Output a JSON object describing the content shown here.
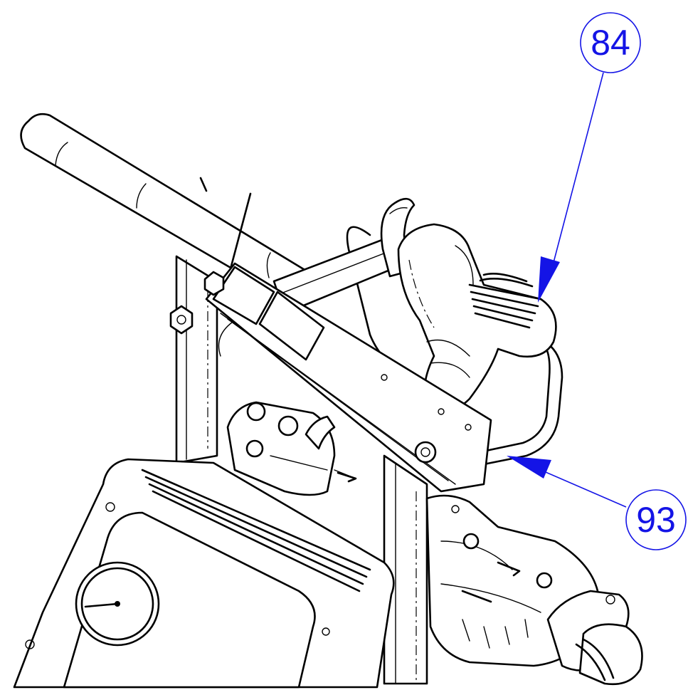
{
  "callouts": [
    {
      "id": "callout-84",
      "label": "84",
      "color": "#1414e6"
    },
    {
      "id": "callout-93",
      "label": "93",
      "color": "#1414e6"
    }
  ],
  "line_color": "#000000",
  "background": "#ffffff"
}
